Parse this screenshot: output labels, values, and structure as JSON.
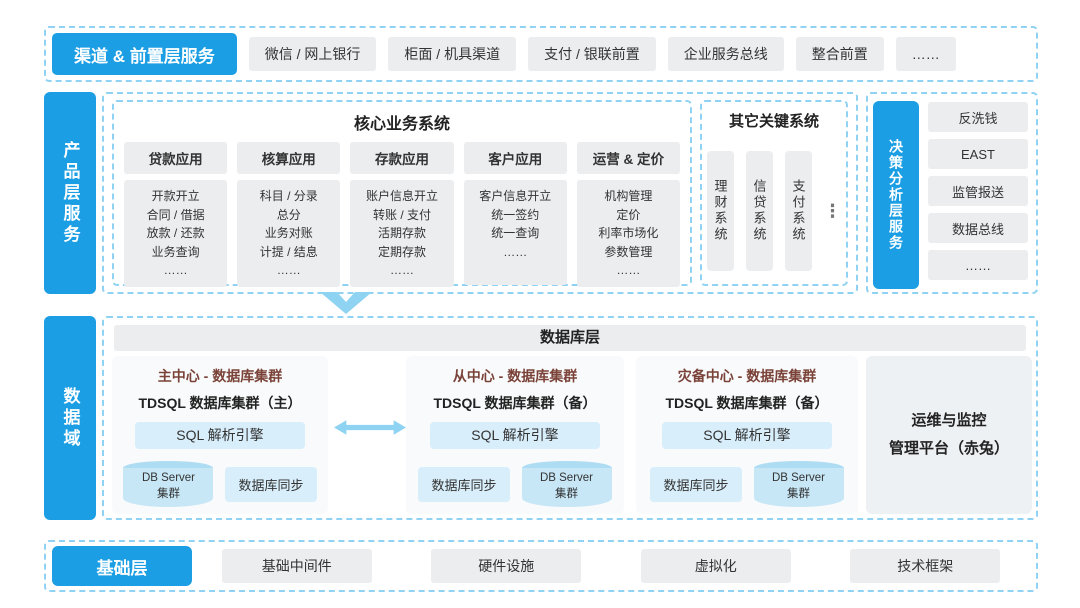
{
  "colors": {
    "accent_blue": "#1b9ee3",
    "dashed_border": "#8fd2f3",
    "gray_box": "#ebedef",
    "light_blue_box": "#d8eefb",
    "cylinder": "#c7e7f7",
    "cylinder_top": "#aedcf3",
    "arrow": "#8fd3f2",
    "cluster_title": "#7a4238",
    "text_dark": "#333333"
  },
  "channel_layer": {
    "label": "渠道 & 前置层服务",
    "items": [
      "微信 / 网上银行",
      "柜面 / 机具渠道",
      "支付 / 银联前置",
      "企业服务总线",
      "整合前置",
      "……"
    ]
  },
  "product_layer": {
    "label": "产品层服务",
    "core_system": {
      "title": "核心业务系统",
      "columns": [
        {
          "header": "贷款应用",
          "body": "开款开立\n合同 / 借据\n放款 / 还款\n业务查询\n……"
        },
        {
          "header": "核算应用",
          "body": "科目 / 分录\n总分\n业务对账\n计提 / 结息\n……"
        },
        {
          "header": "存款应用",
          "body": "账户信息开立\n转账 / 支付\n活期存款\n定期存款\n……"
        },
        {
          "header": "客户应用",
          "body": "客户信息开立\n统一签约\n统一查询\n……"
        },
        {
          "header": "运营 & 定价",
          "body": "机构管理\n定价\n利率市场化\n参数管理\n……"
        }
      ]
    },
    "other_systems": {
      "title": "其它关键系统",
      "items": [
        "理财系统",
        "信贷系统",
        "支付系统"
      ],
      "more": "⋮"
    }
  },
  "decision_layer": {
    "label": "决策分析层服务",
    "items": [
      "反洗钱",
      "EAST",
      "监管报送",
      "数据总线",
      "……"
    ]
  },
  "data_domain": {
    "label": "数据域",
    "db_layer_title": "数据库层",
    "clusters": [
      {
        "title": "主中心 - 数据库集群",
        "subtitle": "TDSQL 数据库集群（主）",
        "engine": "SQL 解析引擎",
        "db_server": "DB Server\n集群",
        "sync": "数据库同步"
      },
      {
        "title": "从中心 - 数据库集群",
        "subtitle": "TDSQL 数据库集群（备）",
        "engine": "SQL 解析引擎",
        "db_server": "DB Server\n集群",
        "sync": "数据库同步"
      },
      {
        "title": "灾备中心 - 数据库集群",
        "subtitle": "TDSQL 数据库集群（备）",
        "engine": "SQL 解析引擎",
        "db_server": "DB Server\n集群",
        "sync": "数据库同步"
      }
    ],
    "ops_platform": "运维与监控\n管理平台（赤兔）"
  },
  "foundation_layer": {
    "label": "基础层",
    "items": [
      "基础中间件",
      "硬件设施",
      "虚拟化",
      "技术框架"
    ]
  }
}
